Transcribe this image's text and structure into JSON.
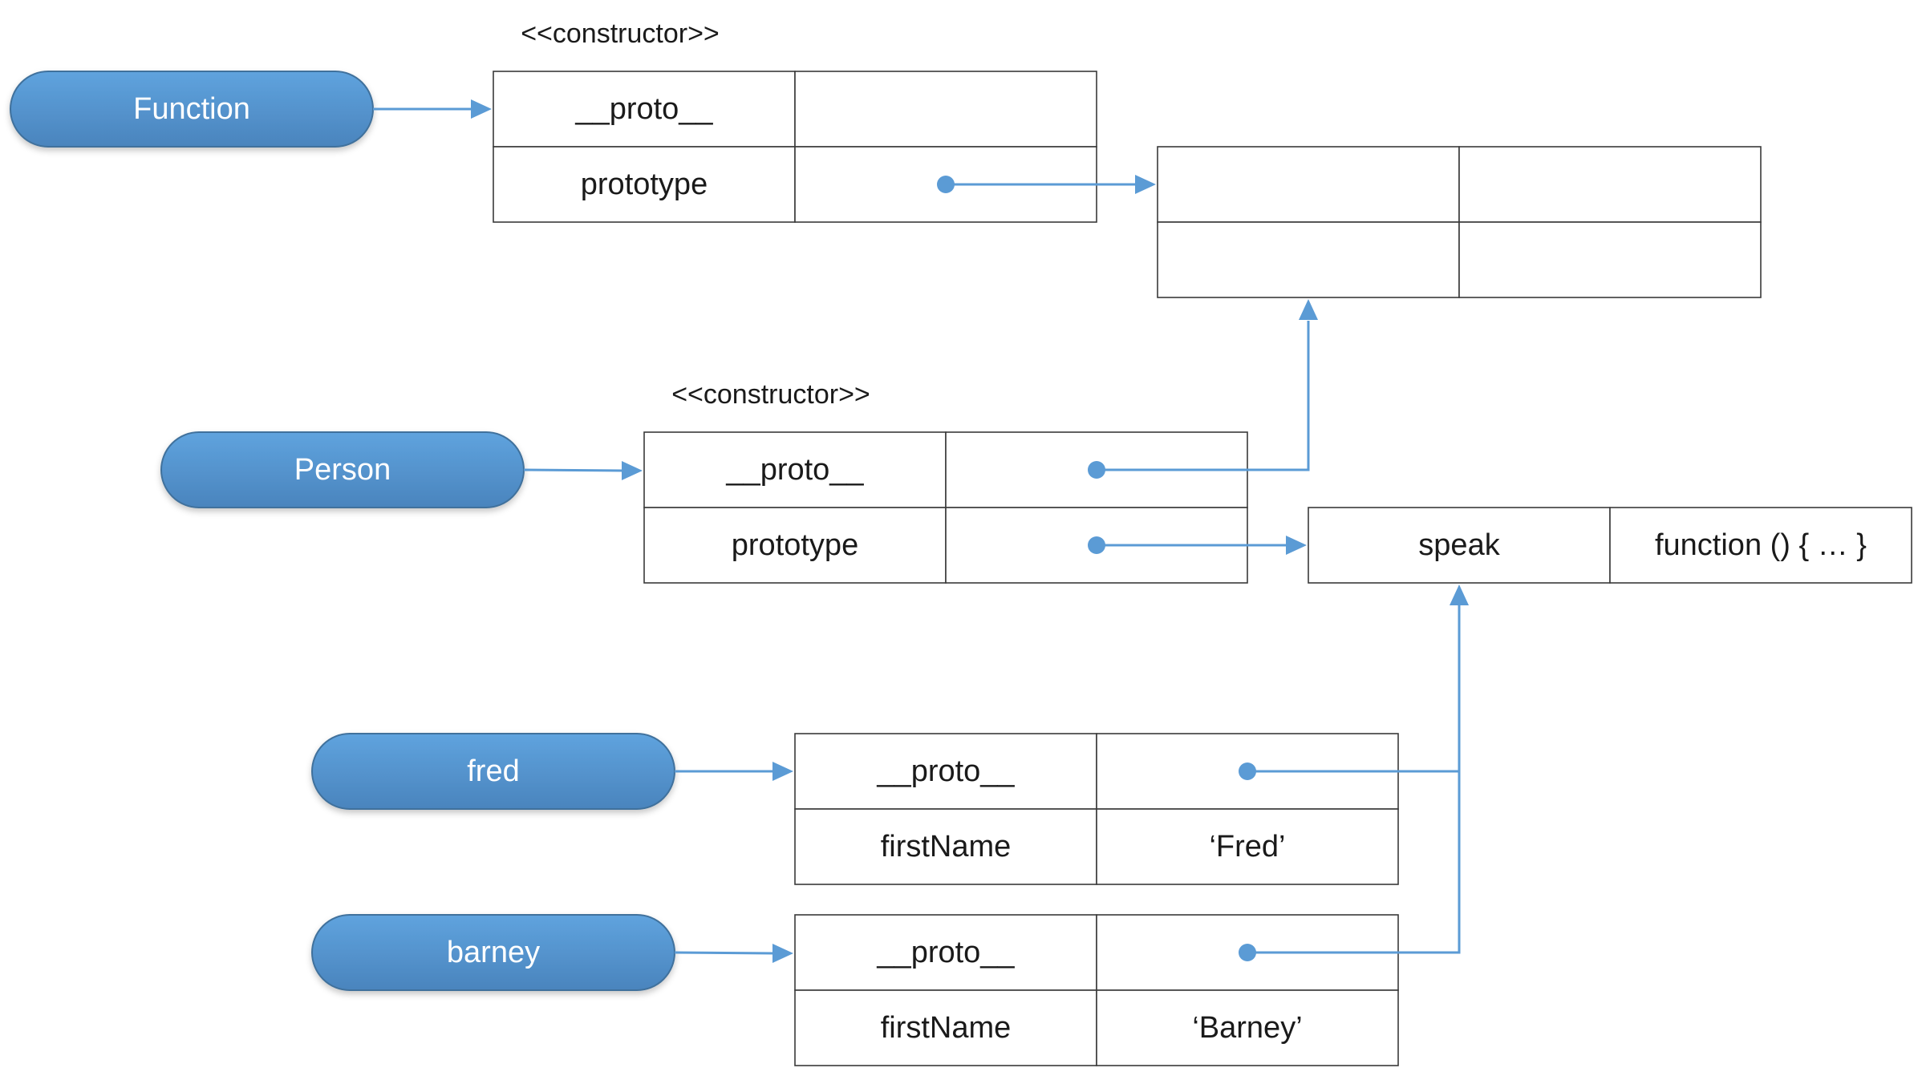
{
  "colors": {
    "accent": "#5b9bd5",
    "pill_top": "#5fa3de",
    "pill_bottom": "#4a84bd",
    "pill_border": "#41719c",
    "cell_border": "#3a3a3a"
  },
  "stereotypes": {
    "function_object": "<<constructor>>",
    "person_object": "<<constructor>>"
  },
  "variables": {
    "function": "Function",
    "person": "Person",
    "fred": "fred",
    "barney": "barney"
  },
  "function_object": {
    "rows": [
      {
        "key": "__proto__",
        "value": ""
      },
      {
        "key": "prototype",
        "value": ""
      }
    ]
  },
  "function_prototype_object": {
    "rows": [
      {
        "key": "",
        "value": ""
      },
      {
        "key": "",
        "value": ""
      }
    ]
  },
  "person_object": {
    "rows": [
      {
        "key": "__proto__",
        "value": ""
      },
      {
        "key": "prototype",
        "value": ""
      }
    ]
  },
  "person_prototype_object": {
    "rows": [
      {
        "key": "speak",
        "value": "function () { … }"
      }
    ]
  },
  "fred_object": {
    "rows": [
      {
        "key": "__proto__",
        "value": ""
      },
      {
        "key": "firstName",
        "value": "‘Fred’"
      }
    ]
  },
  "barney_object": {
    "rows": [
      {
        "key": "__proto__",
        "value": ""
      },
      {
        "key": "firstName",
        "value": "‘Barney’"
      }
    ]
  }
}
